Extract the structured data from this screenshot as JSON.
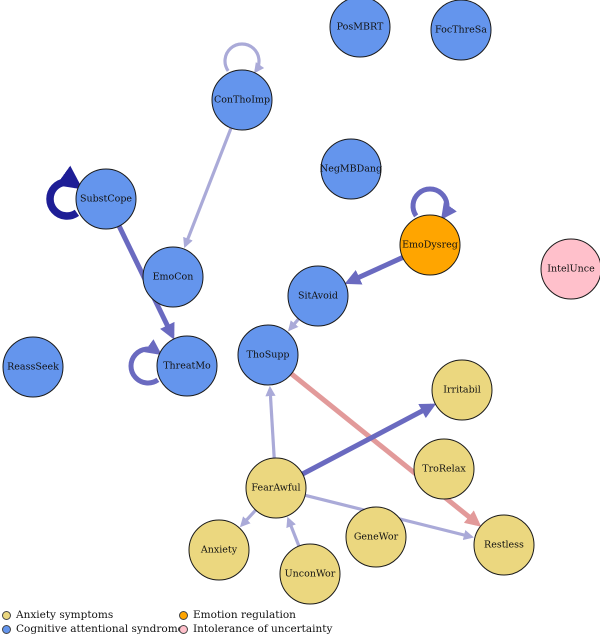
{
  "colors": {
    "anxiety": "#EBD77F",
    "cognitive": "#6495ED",
    "emotion": "#FFA500",
    "intolerance": "#FFC0CB",
    "node_border": "#1a1a1a",
    "edge_positive_strong": "#1E1E96",
    "edge_positive_mid": "#6A6AC0",
    "edge_positive_weak": "#AAAAD8",
    "edge_negative": "#E29A9A"
  },
  "nodes": [
    {
      "id": "PosMBRT",
      "label": "PosMBRT",
      "group": "cognitive"
    },
    {
      "id": "FocThreSa",
      "label": "FocThreSa",
      "group": "cognitive"
    },
    {
      "id": "ConThoImp",
      "label": "ConThoImp",
      "group": "cognitive"
    },
    {
      "id": "NegMBDang",
      "label": "NegMBDang",
      "group": "cognitive"
    },
    {
      "id": "SubstCope",
      "label": "SubstCope",
      "group": "cognitive"
    },
    {
      "id": "EmoDysreg",
      "label": "EmoDysreg",
      "group": "emotion"
    },
    {
      "id": "IntelUnce",
      "label": "IntelUnce",
      "group": "intolerance"
    },
    {
      "id": "EmoCon",
      "label": "EmoCon",
      "group": "cognitive"
    },
    {
      "id": "SitAvoid",
      "label": "SitAvoid",
      "group": "cognitive"
    },
    {
      "id": "ReassSeek",
      "label": "ReassSeek",
      "group": "cognitive"
    },
    {
      "id": "ThreatMo",
      "label": "ThreatMo",
      "group": "cognitive"
    },
    {
      "id": "ThoSupp",
      "label": "ThoSupp",
      "group": "cognitive"
    },
    {
      "id": "Irritabil",
      "label": "Irritabil",
      "group": "anxiety"
    },
    {
      "id": "TroRelax",
      "label": "TroRelax",
      "group": "anxiety"
    },
    {
      "id": "FearAwful",
      "label": "FearAwful",
      "group": "anxiety"
    },
    {
      "id": "GeneWor",
      "label": "GeneWor",
      "group": "anxiety"
    },
    {
      "id": "Anxiety",
      "label": "Anxiety",
      "group": "anxiety"
    },
    {
      "id": "UnconWor",
      "label": "UnconWor",
      "group": "anxiety"
    },
    {
      "id": "Restless",
      "label": "Restless",
      "group": "anxiety"
    }
  ],
  "edges": [
    {
      "from": "ConThoImp",
      "to": "EmoCon",
      "sign": "positive",
      "strength": "weak"
    },
    {
      "from": "SubstCope",
      "to": "ThreatMo",
      "sign": "positive",
      "strength": "mid"
    },
    {
      "from": "EmoDysreg",
      "to": "SitAvoid",
      "sign": "positive",
      "strength": "mid"
    },
    {
      "from": "SitAvoid",
      "to": "ThoSupp",
      "sign": "positive",
      "strength": "weak"
    },
    {
      "from": "ThoSupp",
      "to": "Restless",
      "sign": "negative",
      "strength": "mid"
    },
    {
      "from": "FearAwful",
      "to": "ThoSupp",
      "sign": "positive",
      "strength": "weak"
    },
    {
      "from": "FearAwful",
      "to": "Irritabil",
      "sign": "positive",
      "strength": "mid"
    },
    {
      "from": "FearAwful",
      "to": "Anxiety",
      "sign": "positive",
      "strength": "weak"
    },
    {
      "from": "FearAwful",
      "to": "Restless",
      "sign": "positive",
      "strength": "weak"
    },
    {
      "from": "UnconWor",
      "to": "FearAwful",
      "sign": "positive",
      "strength": "weak"
    }
  ],
  "self_loops": [
    {
      "node": "ConThoImp",
      "strength": "weak"
    },
    {
      "node": "SubstCope",
      "strength": "strong"
    },
    {
      "node": "EmoDysreg",
      "strength": "mid"
    },
    {
      "node": "ThreatMo",
      "strength": "mid"
    }
  ],
  "legend": [
    {
      "group": "anxiety",
      "label": "Anxiety symptoms"
    },
    {
      "group": "cognitive",
      "label": "Cognitive attentional syndrome"
    },
    {
      "group": "emotion",
      "label": "Emotion regulation"
    },
    {
      "group": "intolerance",
      "label": "Intolerance of uncertainty"
    }
  ]
}
